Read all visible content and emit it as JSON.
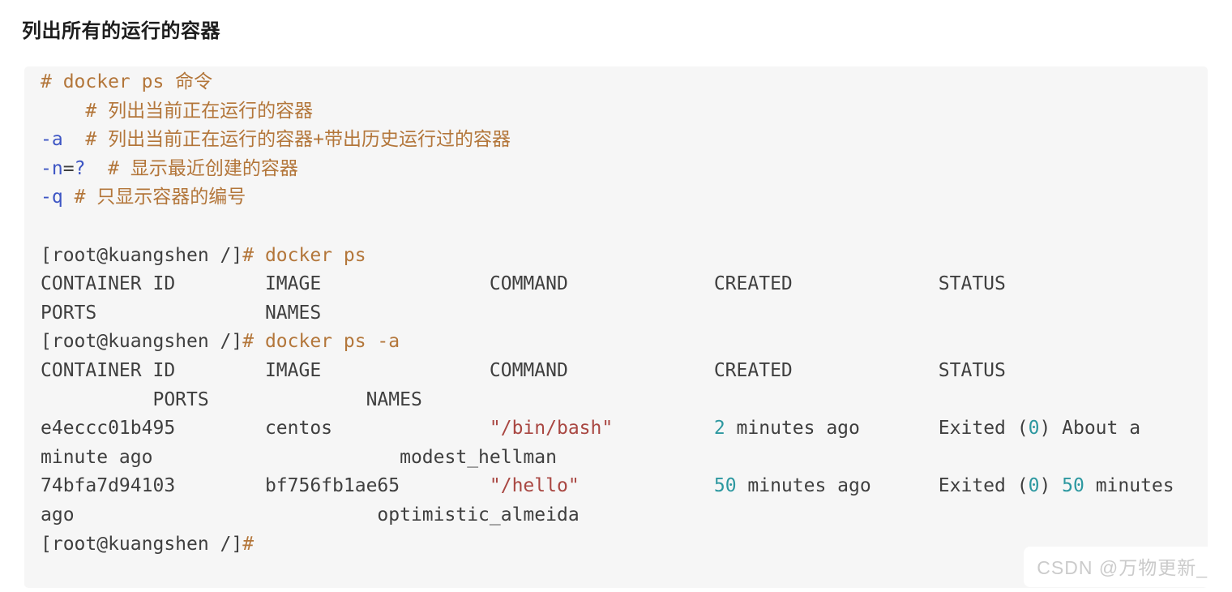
{
  "page": {
    "heading": "列出所有的运行的容器",
    "watermark": "CSDN @万物更新_"
  },
  "colors": {
    "heading": "#1d1d1d",
    "code-bg": "#f6f6f6",
    "plain": "#3f3f3f",
    "comment": "#b3763a",
    "flag": "#3d55c4",
    "string": "#a94742",
    "number": "#2d98a0",
    "watermark": "#cbcbcb"
  },
  "code_block": {
    "language": "bash",
    "lines": [
      {
        "segments": [
          {
            "c": "c",
            "t": "# docker ps 命令"
          }
        ]
      },
      {
        "segments": [
          {
            "c": "c",
            "t": "    # 列出当前正在运行的容器"
          }
        ]
      },
      {
        "segments": [
          {
            "c": "f",
            "t": "-a"
          },
          {
            "c": "p",
            "t": "  "
          },
          {
            "c": "c",
            "t": "# 列出当前正在运行的容器+带出历史运行过的容器"
          }
        ]
      },
      {
        "segments": [
          {
            "c": "f",
            "t": "-n"
          },
          {
            "c": "p",
            "t": "="
          },
          {
            "c": "f",
            "t": "?"
          },
          {
            "c": "p",
            "t": "  "
          },
          {
            "c": "c",
            "t": "# 显示最近创建的容器"
          }
        ]
      },
      {
        "segments": [
          {
            "c": "f",
            "t": "-q"
          },
          {
            "c": "p",
            "t": " "
          },
          {
            "c": "c",
            "t": "# 只显示容器的编号"
          }
        ]
      },
      {
        "segments": [
          {
            "c": "p",
            "t": " "
          }
        ]
      },
      {
        "segments": [
          {
            "c": "p",
            "t": "[root@kuangshen /]"
          },
          {
            "c": "c",
            "t": "# docker ps"
          }
        ]
      },
      {
        "segments": [
          {
            "c": "p",
            "t": "CONTAINER ID        IMAGE               COMMAND             CREATED             STATUS"
          }
        ]
      },
      {
        "segments": [
          {
            "c": "p",
            "t": "PORTS               NAMES"
          }
        ]
      },
      {
        "segments": [
          {
            "c": "p",
            "t": "[root@kuangshen /]"
          },
          {
            "c": "c",
            "t": "# docker ps -a"
          }
        ]
      },
      {
        "segments": [
          {
            "c": "p",
            "t": "CONTAINER ID        IMAGE               COMMAND             CREATED             STATUS"
          }
        ]
      },
      {
        "segments": [
          {
            "c": "p",
            "t": "          PORTS              NAMES"
          }
        ]
      },
      {
        "segments": [
          {
            "c": "p",
            "t": "e4eccc01b495        centos              "
          },
          {
            "c": "s",
            "t": "\"/bin/bash\""
          },
          {
            "c": "p",
            "t": "         "
          },
          {
            "c": "n",
            "t": "2"
          },
          {
            "c": "p",
            "t": " minutes ago       Exited ("
          },
          {
            "c": "n",
            "t": "0"
          },
          {
            "c": "p",
            "t": ") About a"
          }
        ]
      },
      {
        "segments": [
          {
            "c": "p",
            "t": "minute ago                      modest_hellman"
          }
        ]
      },
      {
        "segments": [
          {
            "c": "p",
            "t": "74bfa7d94103        bf756fb1ae65        "
          },
          {
            "c": "s",
            "t": "\"/hello\""
          },
          {
            "c": "p",
            "t": "            "
          },
          {
            "c": "n",
            "t": "50"
          },
          {
            "c": "p",
            "t": " minutes ago      Exited ("
          },
          {
            "c": "n",
            "t": "0"
          },
          {
            "c": "p",
            "t": ") "
          },
          {
            "c": "n",
            "t": "50"
          },
          {
            "c": "p",
            "t": " minutes"
          }
        ]
      },
      {
        "segments": [
          {
            "c": "p",
            "t": "ago                           optimistic_almeida"
          }
        ]
      },
      {
        "segments": [
          {
            "c": "p",
            "t": "[root@kuangshen /]"
          },
          {
            "c": "c",
            "t": "#"
          }
        ]
      }
    ]
  }
}
